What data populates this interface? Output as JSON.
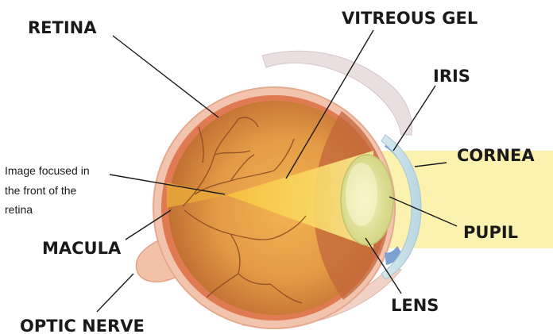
{
  "labels": {
    "retina": "RETINA",
    "vitreous_gel": "VITREOUS GEL",
    "iris": "IRIS",
    "cornea": "CORNEA",
    "pupil": "PUPIL",
    "lens": "LENS",
    "macula": "MACULA",
    "optic_nerve": "OPTIC NERVE"
  },
  "annotation": {
    "line1": "Image focused in",
    "line2": "the front of the",
    "line3": "retina"
  },
  "colors": {
    "sclera": "#f2b59a",
    "choroid": "#e07a52",
    "retina_interior": "#d98b3c",
    "light_beam": "#fbee9c",
    "focus_cone": "#f5c542",
    "lens": "#e7e8a0",
    "vessels": "#8a4a22"
  }
}
